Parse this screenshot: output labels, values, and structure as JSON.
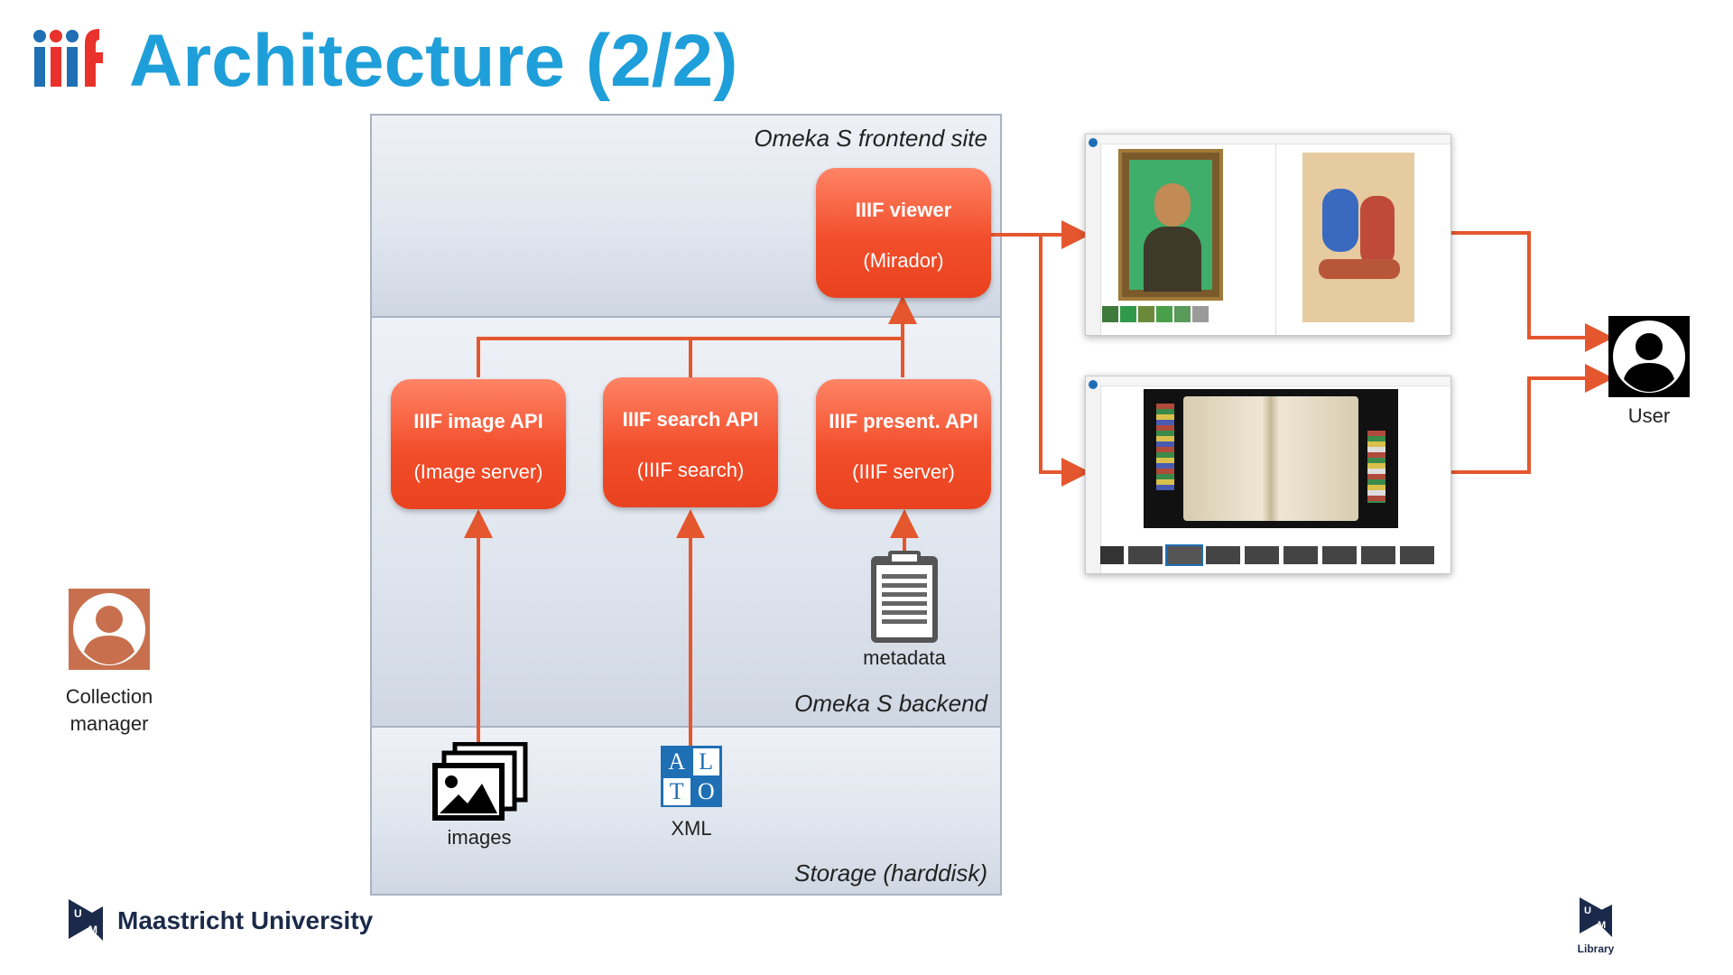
{
  "title": "Architecture (2/2)",
  "layers": {
    "frontend": "Omeka S frontend site",
    "backend": "Omeka S backend",
    "storage": "Storage (harddisk)"
  },
  "boxes": {
    "viewer": {
      "title": "IIIF viewer",
      "sub": "(Mirador)"
    },
    "image_api": {
      "title": "IIIF image API",
      "sub": "(Image server)"
    },
    "search_api": {
      "title": "IIIF search API",
      "sub": "(IIIF search)"
    },
    "present_api": {
      "title": "IIIF present. API",
      "sub": "(IIIF server)"
    }
  },
  "items": {
    "metadata": "metadata",
    "images": "images",
    "xml": "XML",
    "alto_letters": [
      "A",
      "L",
      "T",
      "O"
    ]
  },
  "actors": {
    "collection_manager": "Collection\nmanager",
    "user": "User"
  },
  "footer": {
    "university": "Maastricht University",
    "library": "Library"
  },
  "colors": {
    "title": "#1f9fd9",
    "box": "#f24e2b",
    "arrow": "#e4572e",
    "manager_bg": "#c8704e",
    "iiif_red": "#e8322b",
    "iiif_blue": "#1f9fd9"
  }
}
